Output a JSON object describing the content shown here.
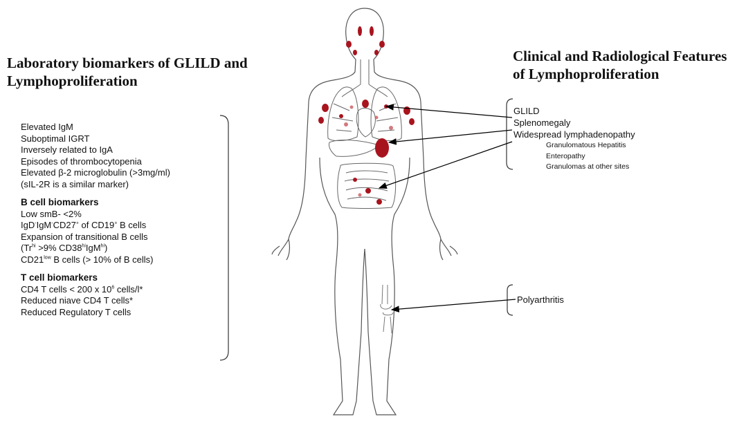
{
  "left_title": "Laboratory biomarkers of GLILD and Lymphoproliferation",
  "right_title": "Clinical and Radiological Features of Lymphoproliferation",
  "lab_markers": [
    "Elevated IgM",
    "Suboptimal IGRT",
    "Inversely related to IgA",
    "Episodes of thrombocytopenia",
    "Elevated β-2 microglobulin (>3mg/ml)",
    "(sIL-2R is a similar marker)"
  ],
  "b_cell": {
    "heading": "B cell biomarkers",
    "items": {
      "smb": "Low smB- <2%",
      "igd_a": "IgD",
      "igd_a_sup": "-",
      "igd_b": "IgM",
      "igd_b_sup": "-",
      "igd_c": "CD27",
      "igd_c_sup": "+",
      "igd_d": " of CD19",
      "igd_d_sup": "+",
      "igd_e": " B cells",
      "expansion": "Expansion of transitional B cells",
      "tr_a": "(Tr",
      "tr_a_sup": "hi",
      "tr_b": " >9% CD38",
      "tr_b_sup": "hi",
      "tr_c": "IgM",
      "tr_c_sup": "hi",
      "tr_d": ")",
      "cd21_a": "CD21",
      "cd21_a_sup": "low",
      "cd21_b": " B cells (> 10% of B cells)"
    }
  },
  "t_cell": {
    "heading": "T cell biomarkers",
    "cd4_a": "CD4 T cells < 200 x 10",
    "cd4_a_sup": "6",
    "cd4_b": " cells/l*",
    "naive": "Reduced niave CD4 T cells*",
    "treg": "Reduced Regulatory T cells"
  },
  "clinical_features": [
    "GLILD",
    "Splenomegaly",
    "Widespread lymphadenopathy"
  ],
  "clinical_sub_features": [
    "Granulomatous Hepatitis",
    "Enteropathy",
    "Granulomas at other sites"
  ],
  "polyarthritis": "Polyarthritis",
  "colors": {
    "lesion": "#a8141e",
    "lesion_light": "#c9595f",
    "outline": "#555555",
    "text": "#111111"
  }
}
